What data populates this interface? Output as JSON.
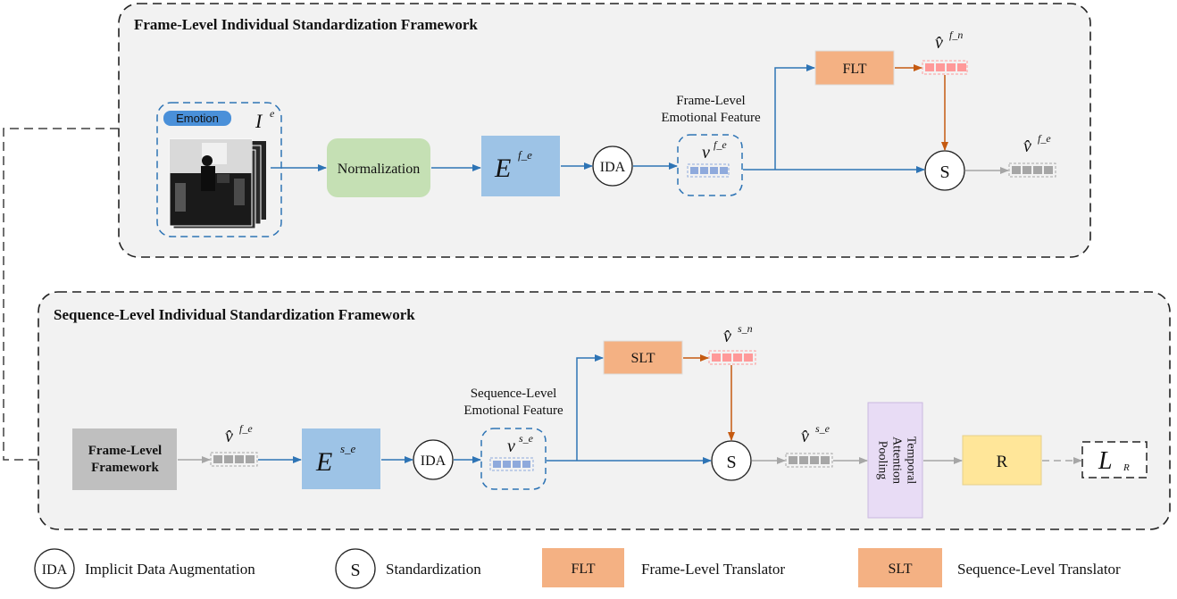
{
  "frame_panel": {
    "title": "Frame-Level Individual Standardization Framework",
    "input_tag": "Emotion",
    "input_symbol": "I",
    "input_sup": "e",
    "normalization": "Normalization",
    "encoder": "E",
    "encoder_sup": "f_e",
    "ida": "IDA",
    "feature_caption_1": "Frame-Level",
    "feature_caption_2": "Emotional Feature",
    "feature_symbol": "v",
    "feature_sup": "f_e",
    "translator": "FLT",
    "translated_symbol": "v̂",
    "translated_sup": "f_n",
    "standardize": "S",
    "output_symbol": "v̂",
    "output_sup": "f_e"
  },
  "sequence_panel": {
    "title": "Sequence-Level Individual Standardization Framework",
    "frame_framework_1": "Frame-Level",
    "frame_framework_2": "Framework",
    "input_symbol": "v̂",
    "input_sup": "f_e",
    "encoder": "E",
    "encoder_sup": "s_e",
    "ida": "IDA",
    "feature_caption_1": "Sequence-Level",
    "feature_caption_2": "Emotional Feature",
    "feature_symbol": "v",
    "feature_sup": "s_e",
    "translator": "SLT",
    "translated_symbol": "v̂",
    "translated_sup": "s_n",
    "standardize": "S",
    "output_symbol": "v̂",
    "output_sup": "s_e",
    "pooling_1": "Temporal",
    "pooling_2": "Attention",
    "pooling_3": "Pooling",
    "regressor": "R",
    "loss_symbol": "L",
    "loss_sub": "R"
  },
  "legend": [
    {
      "symbol": "IDA",
      "label": "Implicit Data Augmentation"
    },
    {
      "symbol": "S",
      "label": "Standardization"
    },
    {
      "symbol": "FLT",
      "label": "Frame-Level Translator"
    },
    {
      "symbol": "SLT",
      "label": "Sequence-Level Translator"
    }
  ],
  "colors": {
    "arrow_blue": "#2e74b5",
    "arrow_orange": "#c55a11",
    "arrow_gray": "#a6a6a6",
    "panel_fill": "#f2f2f2",
    "normalization_fill": "#c5e0b4",
    "encoder_fill": "#9dc3e6",
    "translator_fill": "#f4b183",
    "feature_blue": "#8faadc",
    "feature_red": "#ff9999",
    "feature_gray": "#a6a6a6",
    "pooling_fill": "#e8dcf5",
    "regressor_fill": "#ffe699",
    "frame_framework_fill": "#bfbfbf",
    "emotion_tag_fill": "#4a90d9"
  }
}
